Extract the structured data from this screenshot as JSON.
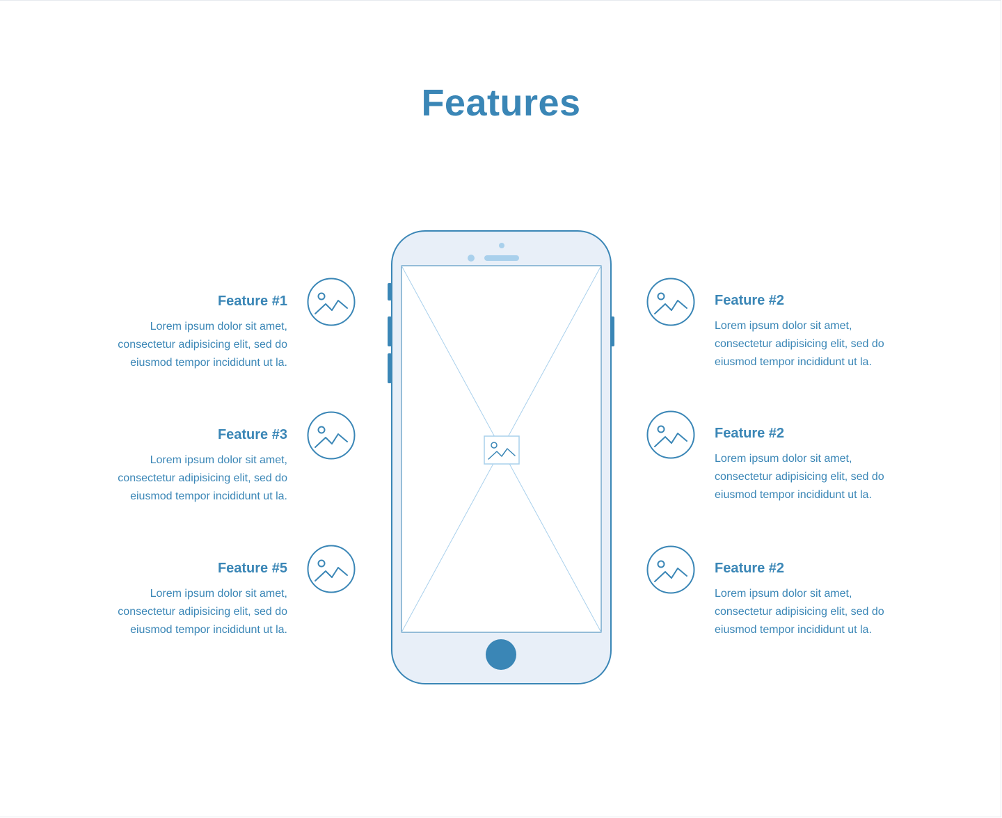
{
  "page": {
    "title": "Features",
    "accent_color": "#3a86b6",
    "phone_fill_color": "#e8eff8",
    "placeholder_line_color": "#a9d0ec"
  },
  "features_left": [
    {
      "title": "Feature #1",
      "description_lines": [
        "Lorem ipsum dolor sit amet,",
        "consectetur adipisicing elit, sed do",
        "eiusmod tempor incididunt ut la."
      ],
      "icon": "image-icon"
    },
    {
      "title": "Feature #3",
      "description_lines": [
        "Lorem ipsum dolor sit amet,",
        "consectetur adipisicing elit, sed do",
        "eiusmod tempor incididunt ut la."
      ],
      "icon": "image-icon"
    },
    {
      "title": "Feature #5",
      "description_lines": [
        "Lorem ipsum dolor sit amet,",
        "consectetur adipisicing elit, sed do",
        "eiusmod tempor incididunt ut la."
      ],
      "icon": "image-icon"
    }
  ],
  "features_right": [
    {
      "title": "Feature #2",
      "description_lines": [
        "Lorem ipsum dolor sit amet,",
        "consectetur adipisicing elit, sed do",
        "eiusmod tempor incididunt ut la."
      ],
      "icon": "image-icon"
    },
    {
      "title": "Feature #2",
      "description_lines": [
        "Lorem ipsum dolor sit amet,",
        "consectetur adipisicing elit, sed do",
        "eiusmod tempor incididunt ut la."
      ],
      "icon": "image-icon"
    },
    {
      "title": "Feature #2",
      "description_lines": [
        "Lorem ipsum dolor sit amet,",
        "consectetur adipisicing elit, sed do",
        "eiusmod tempor incididunt ut la."
      ],
      "icon": "image-icon"
    }
  ],
  "phone": {
    "screen_icon": "image-placeholder-icon",
    "home_button_icon": "home-button"
  }
}
